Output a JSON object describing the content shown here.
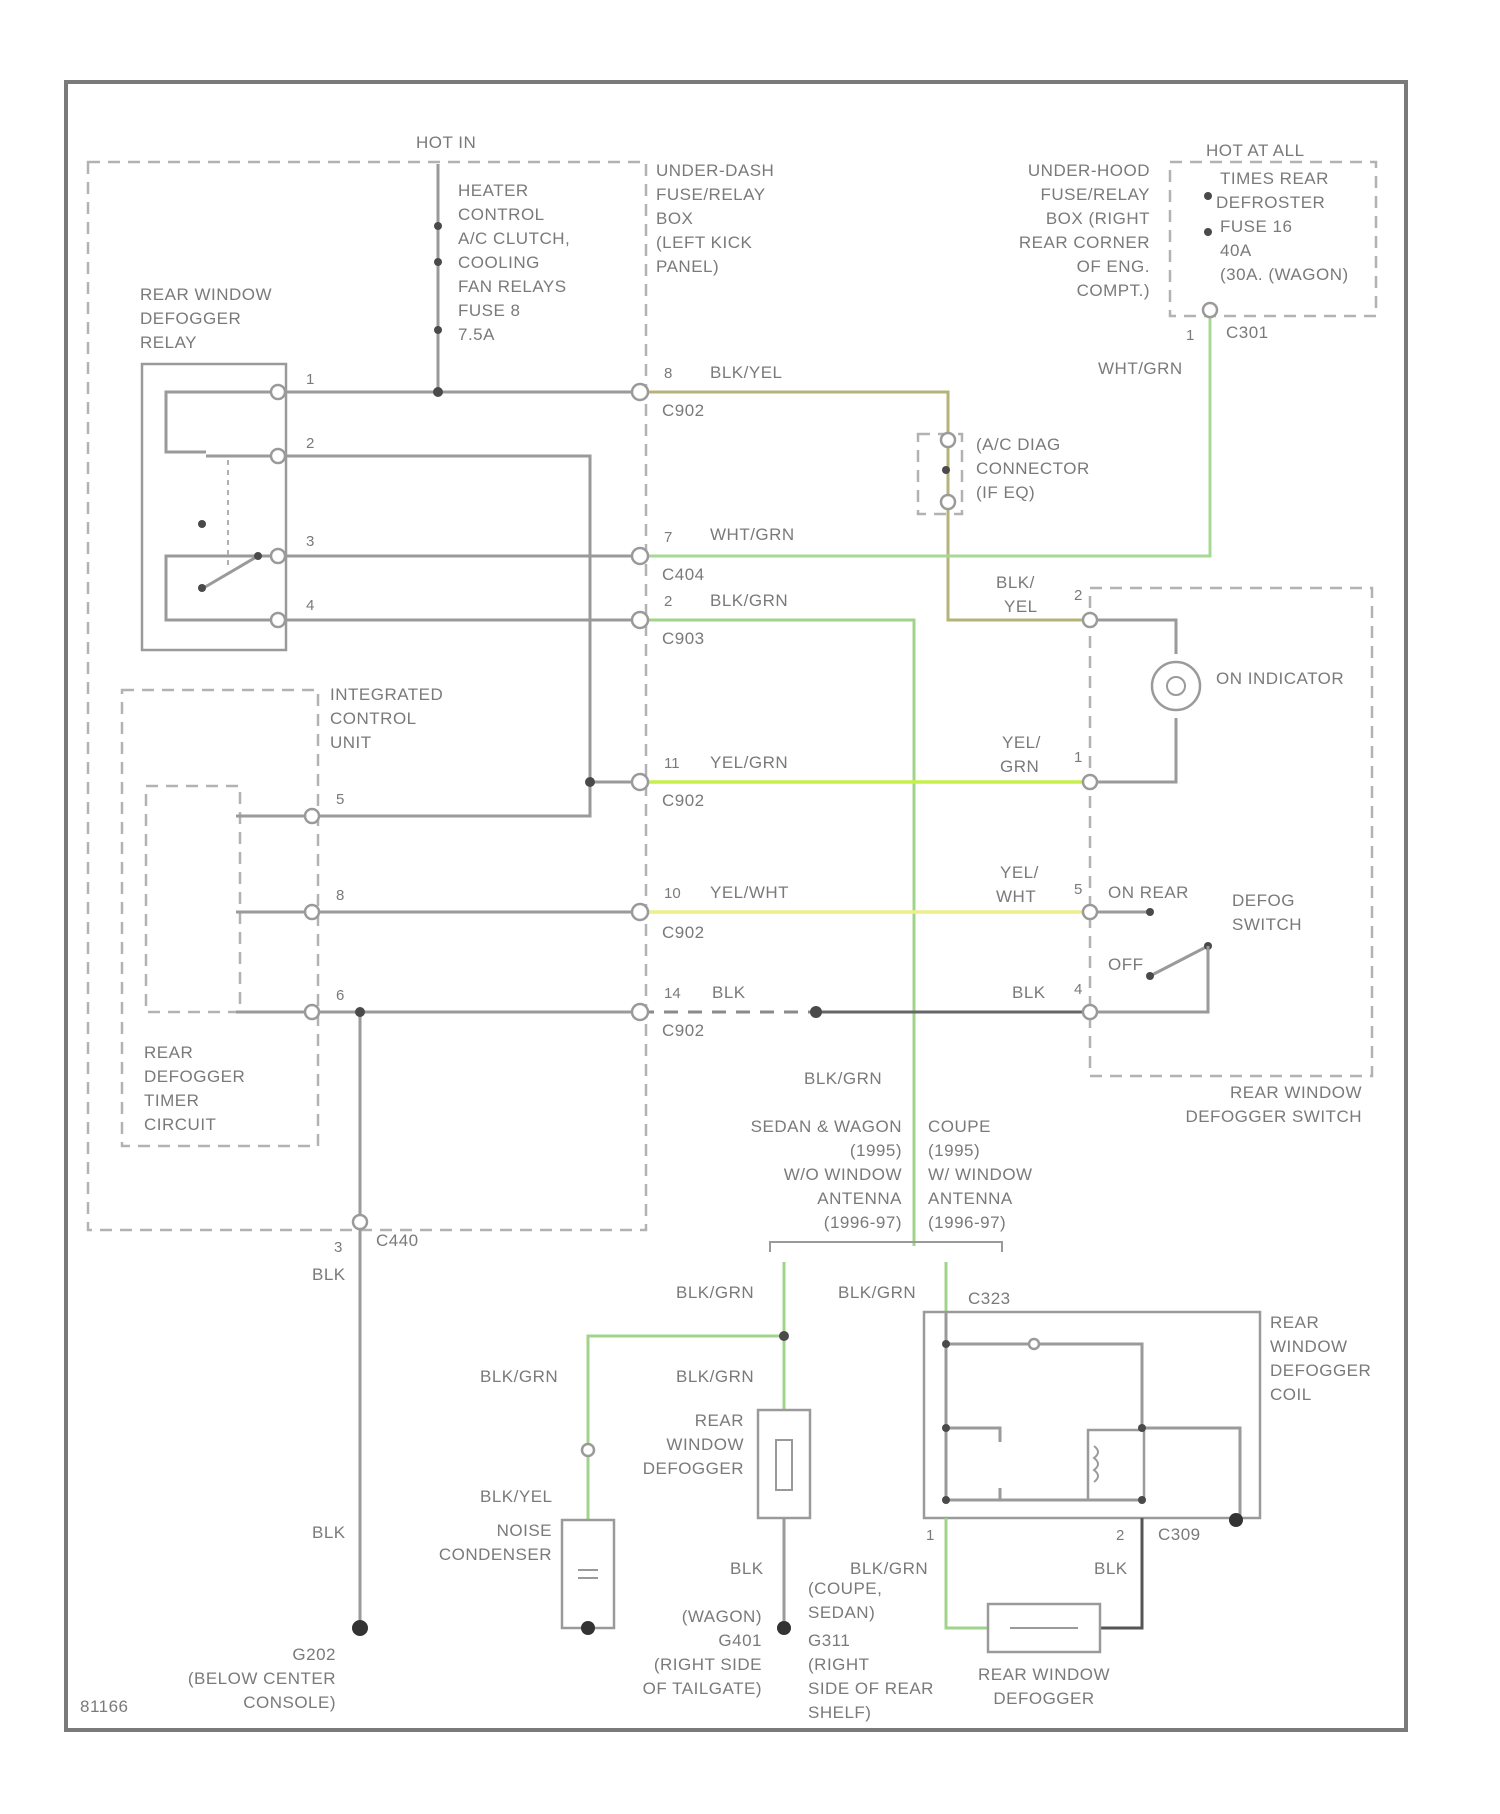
{
  "diagram": {
    "figure_id": "81166",
    "labels": {
      "hot_in": "HOT IN",
      "heater_fuse": [
        "HEATER",
        "CONTROL",
        "A/C CLUTCH,",
        "COOLING",
        "FAN RELAYS",
        "FUSE 8",
        "7.5A"
      ],
      "under_dash": [
        "UNDER-DASH",
        "FUSE/RELAY",
        "BOX",
        "(LEFT KICK",
        "PANEL)"
      ],
      "under_hood": [
        "UNDER-HOOD",
        "FUSE/RELAY",
        "BOX (RIGHT",
        "REAR CORNER",
        "OF ENG.",
        "COMPT.)"
      ],
      "hot_at_all": [
        "HOT AT ALL",
        "TIMES REAR",
        "DEFROSTER",
        "FUSE 16",
        "40A",
        "(30A. (WAGON)"
      ],
      "relay": [
        "REAR WINDOW",
        "DEFOGGER",
        "RELAY"
      ],
      "icu": [
        "INTEGRATED",
        "CONTROL",
        "UNIT"
      ],
      "timer": [
        "REAR",
        "DEFOGGER",
        "TIMER",
        "CIRCUIT"
      ],
      "condenser_ac": [
        "(A/C DIAG",
        "CONNECTOR",
        "(IF EQ)"
      ],
      "indicator": "ON INDICATOR",
      "on_rear": "ON REAR",
      "defog": [
        "DEFOG",
        "SWITCH"
      ],
      "off": "OFF",
      "switch_title": [
        "REAR WINDOW",
        "DEFOGGER SWITCH"
      ],
      "variant_left": [
        "SEDAN & WAGON",
        "(1995)",
        "W/O WINDOW",
        "ANTENNA",
        "(1996-97)"
      ],
      "variant_right": [
        "COUPE",
        "(1995)",
        "W/ WINDOW",
        "ANTENNA",
        "(1996-97)"
      ],
      "coil": [
        "REAR",
        "WINDOW",
        "DEFOGGER",
        "COIL"
      ],
      "rear_window_defogger_left": [
        "REAR",
        "WINDOW",
        "DEFOGGER"
      ],
      "noise_condenser": [
        "NOISE",
        "CONDENSER"
      ],
      "g202": [
        "G202",
        "(BELOW CENTER",
        "CONSOLE)"
      ],
      "wagon_ground": [
        "(WAGON)",
        "G401",
        "(RIGHT SIDE",
        "OF TAILGATE)"
      ],
      "coupe_ground": [
        "(COUPE,",
        "SEDAN)",
        "G311",
        "(RIGHT",
        "SIDE OF REAR",
        "SHELF)"
      ],
      "rear_defogger_bottom": [
        "REAR WINDOW",
        "DEFOGGER"
      ]
    },
    "wires": {
      "blk_yel": "BLK/YEL",
      "wht_grn": "WHT/GRN",
      "blk_grn": "BLK/GRN",
      "yel_grn": "YEL/GRN",
      "yel_wht": "YEL/WHT",
      "blk": "BLK",
      "blk_yel_stack": [
        "BLK/",
        "YEL"
      ],
      "yel_grn_stack": [
        "YEL/",
        "GRN"
      ],
      "yel_wht_stack": [
        "YEL/",
        "WHT"
      ]
    },
    "connectors": {
      "c902": "C902",
      "c404": "C404",
      "c903": "C903",
      "c301": "C301",
      "c440": "C440",
      "c323": "C323",
      "c309": "C309"
    },
    "pins": {
      "p1": "1",
      "p2": "2",
      "p3": "3",
      "p4": "4",
      "p5": "5",
      "p6": "6",
      "p7": "7",
      "p8": "8",
      "p10": "10",
      "p11": "11",
      "p14": "14"
    },
    "colors": {
      "wire": "#9a9a9a",
      "green": "#9fd48a",
      "lime": "#c6f04a",
      "yellow": "#ecef8a",
      "olive": "#b6b37a",
      "ground": "#555555"
    }
  }
}
